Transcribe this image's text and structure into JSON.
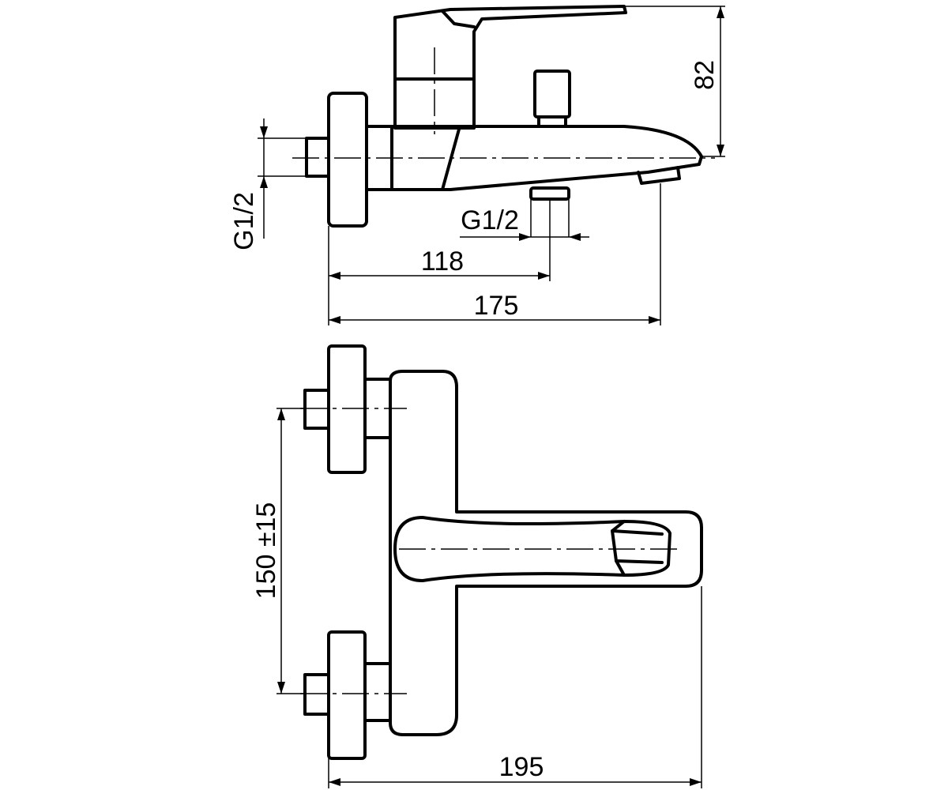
{
  "views": {
    "side": {
      "inlet_thread": "G1/2",
      "outlet_thread": "G1/2",
      "dim_outlet_distance": "118",
      "dim_total_length": "175",
      "dim_height": "82"
    },
    "top": {
      "dim_inlet_spacing": "150 ±15",
      "dim_total_width": "195"
    }
  }
}
